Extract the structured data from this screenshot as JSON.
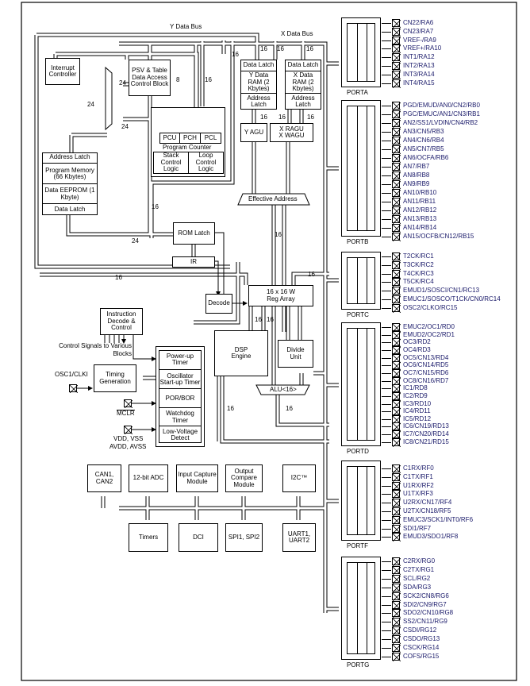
{
  "buses": {
    "y_data_bus": "Y Data Bus",
    "x_data_bus": "X Data Bus"
  },
  "widths": {
    "w16": "16",
    "w24": "24",
    "w8": "8"
  },
  "blocks": {
    "interrupt_controller": "Interrupt Controller",
    "psv": "PSV & Table Data Access Control Block",
    "pcu": "PCU",
    "pch": "PCH",
    "pcl": "PCL",
    "program_counter": "Program Counter",
    "stack_control": "Stack Control Logic",
    "loop_control": "Loop Control Logic",
    "address_latch": "Address Latch",
    "program_memory": "Program Memory (66 Kbytes)",
    "data_eeprom": "Data EEPROM (1 Kbyte)",
    "data_latch": "Data Latch",
    "y_data_ram": "Y Data RAM (2 Kbytes)",
    "x_data_ram": "X Data RAM (2 Kbytes)",
    "y_agu": "Y AGU",
    "x_agu": "X RAGU X WAGU",
    "effective_address": "Effective Address",
    "rom_latch": "ROM Latch",
    "ir": "IR",
    "decode": "Decode",
    "w_reg": "16 x 16 W Reg Array",
    "instruction_decode": "Instruction Decode & Control",
    "control_signals": "Control Signals to Various Blocks",
    "dsp_engine": "DSP Engine",
    "divide_unit": "Divide Unit",
    "alu": "ALU<16>",
    "timing_generation": "Timing Generation",
    "power_up_timer": "Power-up Timer",
    "osc_startup_timer": "Oscillator Start-up Timer",
    "por_bor": "POR/BOR",
    "watchdog_timer": "Watchdog Timer",
    "low_voltage_detect": "Low-Voltage Detect",
    "osc1": "OSC1/CLKI",
    "mclr": "MCLR",
    "vdd": "VDD, VSS",
    "avdd": "AVDD, AVSS"
  },
  "peripherals": {
    "can": "CAN1, CAN2",
    "adc": "12-bit ADC",
    "input_capture": "Input Capture Module",
    "output_compare": "Output Compare Module",
    "i2c": "I2C™",
    "timers": "Timers",
    "dci": "DCI",
    "spi": "SPI1, SPI2",
    "uart": "UART1, UART2"
  },
  "ports": [
    {
      "name": "PORTA",
      "pins": [
        "CN22/RA6",
        "CN23/RA7",
        "VREF-/RA9",
        "VREF+/RA10",
        "INT1/RA12",
        "INT2/RA13",
        "INT3/RA14",
        "INT4/RA15"
      ]
    },
    {
      "name": "PORTB",
      "pins": [
        "PGD/EMUD/AN0/CN2/RB0",
        "PGC/EMUC/AN1/CN3/RB1",
        "AN2/SS1/LVDIN/CN4/RB2",
        "AN3/CN5/RB3",
        "AN4/CN6/RB4",
        "AN5/CN7/RB5",
        "AN6/OCFA/RB6",
        "AN7/RB7",
        "AN8/RB8",
        "AN9/RB9",
        "AN10/RB10",
        "AN11/RB11",
        "AN12/RB12",
        "AN13/RB13",
        "AN14/RB14",
        "AN15/OCFB/CN12/RB15"
      ]
    },
    {
      "name": "PORTC",
      "pins": [
        "T2CK/RC1",
        "T3CK/RC2",
        "T4CK/RC3",
        "T5CK/RC4",
        "EMUD1/SOSCI/CN1/RC13",
        "EMUC1/SOSCO/T1CK/CN0/RC14",
        "OSC2/CLKO/RC15"
      ]
    },
    {
      "name": "PORTD",
      "pins": [
        "EMUC2/OC1/RD0",
        "EMUD2/OC2/RD1",
        "OC3/RD2",
        "OC4/RD3",
        "OC5/CN13/RD4",
        "OC6/CN14/RD5",
        "OC7/CN15/RD6",
        "OC8/CN16/RD7",
        "IC1/RD8",
        "IC2/RD9",
        "IC3/RD10",
        "IC4/RD11",
        "IC5/RD12",
        "IC6/CN19/RD13",
        "IC7/CN20/RD14",
        "IC8/CN21/RD15"
      ]
    },
    {
      "name": "PORTF",
      "pins": [
        "C1RX/RF0",
        "C1TX/RF1",
        "U1RX/RF2",
        "U1TX/RF3",
        "U2RX/CN17/RF4",
        "U2TX/CN18/RF5",
        "EMUC3/SCK1/INT0/RF6",
        "SDI1/RF7",
        "EMUD3/SDO1/RF8"
      ]
    },
    {
      "name": "PORTG",
      "pins": [
        "C2RX/RG0",
        "C2TX/RG1",
        "SCL/RG2",
        "SDA/RG3",
        "SCK2/CN8/RG6",
        "SDI2/CN9/RG7",
        "SDO2/CN10/RG8",
        "SS2/CN11/RG9",
        "CSDI/RG12",
        "CSDO/RG13",
        "CSCK/RG14",
        "COFS/RG15"
      ]
    }
  ]
}
